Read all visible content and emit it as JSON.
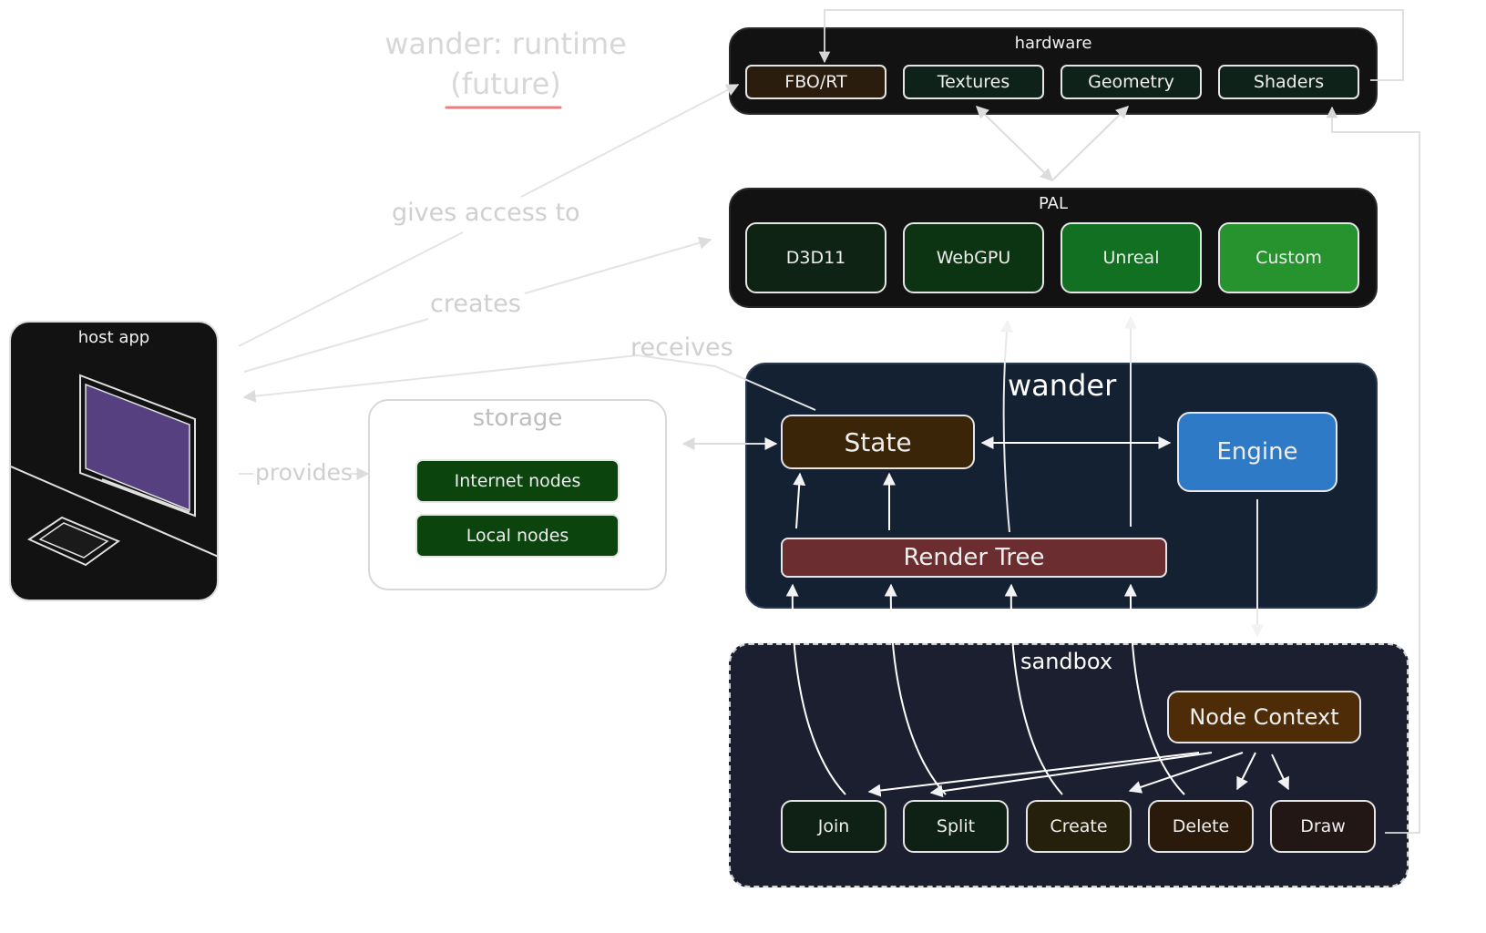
{
  "title": {
    "line1": "wander: runtime",
    "line2": "(future)"
  },
  "colors": {
    "fbo": "#2b1d0e",
    "texture_group": "#0e2219",
    "d3d11": "#0f2314",
    "webgpu": "#0c3413",
    "unreal": "#117021",
    "custom": "#27932e",
    "state": "#3b2508",
    "engine": "#2f7ac6",
    "render_tree": "#6b2d2f",
    "node_context": "#4d2c07",
    "storage_node": "#0b450d",
    "wander_bg": "#142132",
    "sandbox_bg": "#1c1f30",
    "dark_group": "#121212",
    "title_underline": "#f07b7b"
  },
  "hardware": {
    "label": "hardware",
    "items": [
      "FBO/RT",
      "Textures",
      "Geometry",
      "Shaders"
    ]
  },
  "pal": {
    "label": "PAL",
    "items": [
      "D3D11",
      "WebGPU",
      "Unreal",
      "Custom"
    ]
  },
  "host": {
    "label": "host app",
    "icon": "computer-monitor-icon"
  },
  "storage": {
    "label": "storage",
    "items": [
      "Internet nodes",
      "Local nodes"
    ]
  },
  "wander": {
    "label": "wander",
    "state": "State",
    "engine": "Engine",
    "render_tree": "Render Tree"
  },
  "sandbox": {
    "label": "sandbox",
    "node_context": "Node Context",
    "ops": [
      "Join",
      "Split",
      "Create",
      "Delete",
      "Draw"
    ]
  },
  "annotations": {
    "gives_access": "gives access to",
    "creates": "creates",
    "receives": "receives",
    "provides": "provides"
  }
}
